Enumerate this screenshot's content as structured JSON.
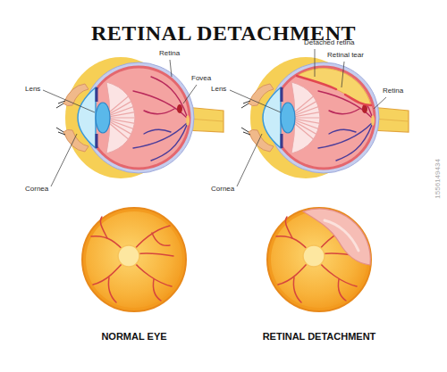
{
  "diagram": {
    "title": "RETINAL DETACHMENT",
    "labels": [
      "Lens",
      "Retina",
      "Fovea",
      "Cornea",
      "Lens",
      "Detached retina",
      "Retinal tear",
      "Retina",
      "Cornea",
      "NORMAL EYE",
      "RETINAL DETACHMENT",
      "1556149434"
    ]
  }
}
